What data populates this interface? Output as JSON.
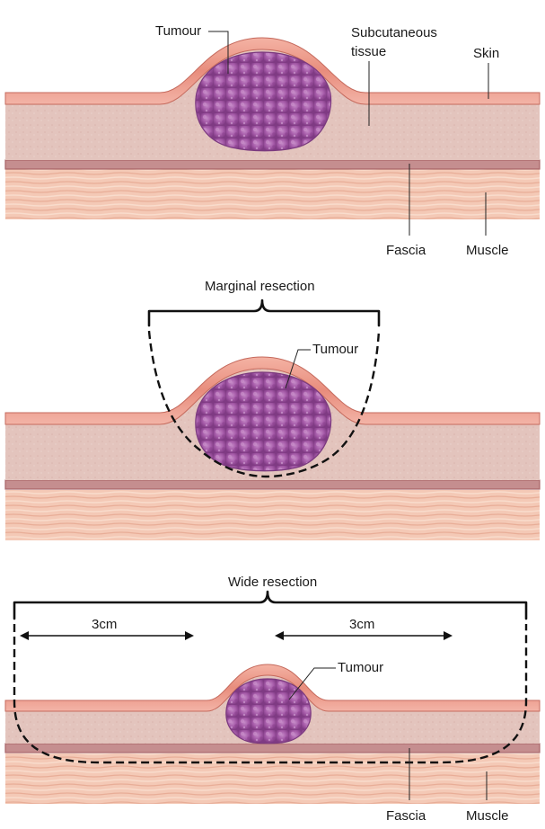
{
  "panels": {
    "top": {
      "tumour": "Tumour",
      "subcutaneous_line1": "Subcutaneous",
      "subcutaneous_line2": "tissue",
      "skin": "Skin",
      "fascia": "Fascia",
      "muscle": "Muscle"
    },
    "middle": {
      "title": "Marginal resection",
      "tumour": "Tumour"
    },
    "bottom": {
      "title": "Wide resection",
      "margin_left": "3cm",
      "margin_right": "3cm",
      "tumour": "Tumour",
      "fascia": "Fascia",
      "muscle": "Muscle"
    }
  },
  "colors": {
    "skin": "#e99a8a",
    "skin_edge": "#c56a5d",
    "subcutaneous": "#e2c2bb",
    "fascia": "#b9777a",
    "muscle": "#f3c6b2",
    "tumour": "#9c4d9e",
    "tumour_light": "#c27fc4"
  }
}
